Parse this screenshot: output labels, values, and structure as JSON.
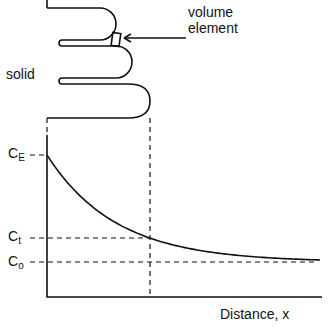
{
  "diagram": {
    "labels": [
      "volume element",
      "solid",
      "CE",
      "Ct",
      "Co",
      "Distance, x"
    ]
  }
}
